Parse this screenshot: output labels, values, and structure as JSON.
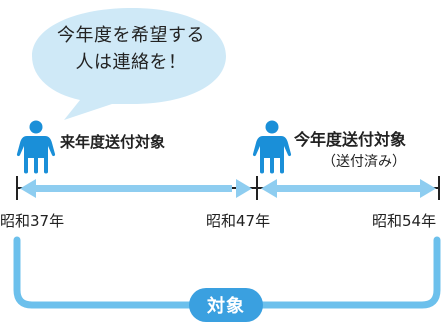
{
  "bubble": {
    "line1": "今年度を希望する",
    "line2": "人は連絡を！"
  },
  "left_group": {
    "label": "来年度送付対象"
  },
  "right_group": {
    "label": "今年度送付対象",
    "sublabel": "（送付済み）"
  },
  "timeline": {
    "start": "昭和37年",
    "mid": "昭和47年",
    "end": "昭和54年"
  },
  "target": {
    "label": "対象"
  },
  "colors": {
    "person": "#1a8fd8",
    "bubble_fill": "#cfe9f7",
    "arrow": "#8ecdf0",
    "bracket": "#6cc0ec",
    "pill": "#3aa0e0",
    "line": "#222222"
  },
  "icons": {
    "person": "person-icon",
    "arrow": "double-arrow"
  }
}
